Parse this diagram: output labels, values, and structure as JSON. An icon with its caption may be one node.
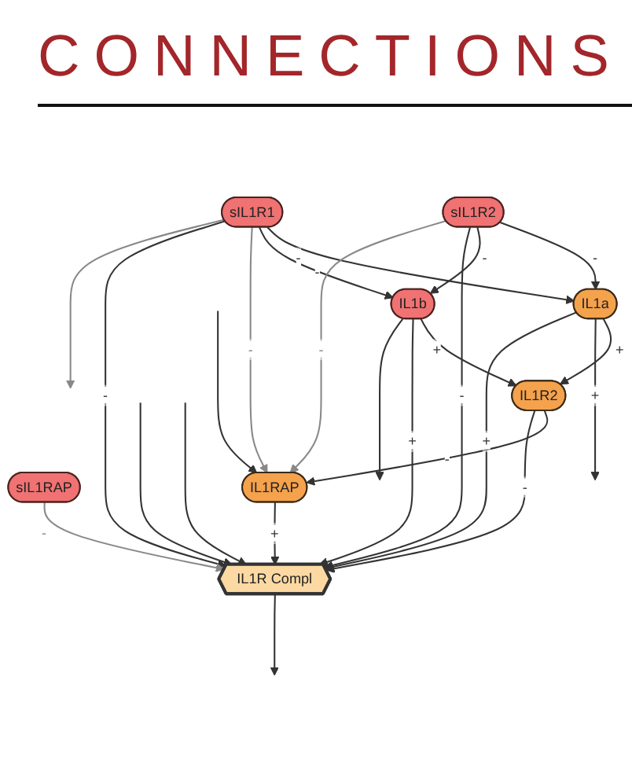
{
  "diagram": {
    "title": "CONNECTIONS",
    "nodes": [
      {
        "text": [
          "sIL1R2"
        ]
      },
      {
        "text": [
          "sIL1R1"
        ]
      },
      {
        "text": [
          "IL1a"
        ]
      },
      {
        "text": [
          "IL1b"
        ]
      },
      {
        "text": [
          "IL1R2"
        ]
      },
      {
        "text": [
          "sIL1RAP"
        ]
      },
      {
        "text": [
          "IL1RAP"
        ]
      },
      {
        "text": [
          "IL1R Compl"
        ]
      }
    ],
    "edges": [
      {
        "from": 0,
        "to": 2,
        "arrow": "to",
        "label": "-"
      },
      {
        "from": 0,
        "to": 3,
        "arrow": "to",
        "label": "-"
      },
      {
        "from": 1,
        "to": 2,
        "arrow": "to",
        "label": "-"
      },
      {
        "from": 1,
        "to": 3,
        "arrow": "to",
        "label": "-"
      },
      {
        "from": 0,
        "to": 7,
        "arrow": "to",
        "label": "-"
      },
      {
        "from": 0,
        "to": 6,
        "arrow": "to",
        "label": "-",
        "color": "#888888"
      },
      {
        "from": 1,
        "to": 6,
        "arrow": "to",
        "label": "-",
        "color": "#888888"
      },
      {
        "from": 1,
        "to": 7,
        "arrow": "to",
        "label": "-"
      },
      {
        "from": 1,
        "to": null,
        "arrow": "to",
        "color": "#888888"
      },
      {
        "from": 2,
        "to": 4,
        "arrow": "to",
        "label": "+"
      },
      {
        "from": 3,
        "to": 4,
        "arrow": "to",
        "label": "+"
      },
      {
        "from": 2,
        "to": null,
        "arrow": "to",
        "label": "+"
      },
      {
        "from": 2,
        "to": 7,
        "arrow": "to",
        "label": "+"
      },
      {
        "from": 3,
        "to": 7,
        "arrow": "to",
        "label": "+"
      },
      {
        "from": 3,
        "to": null,
        "arrow": "to"
      },
      {
        "from": 4,
        "to": 6,
        "arrow": "to",
        "label": "-"
      },
      {
        "from": 4,
        "to": 7,
        "arrow": "to",
        "label": "-"
      },
      {
        "from": null,
        "to": 6,
        "arrow": "to"
      },
      {
        "from": 6,
        "to": 7,
        "arrow": "to",
        "label": "+"
      },
      {
        "from": 5,
        "to": 7,
        "arrow": "to",
        "label": "-",
        "color": "#888888"
      },
      {
        "from": null,
        "to": 7,
        "arrow": "to"
      },
      {
        "from": null,
        "to": 7,
        "arrow": "to"
      },
      {
        "from": 7,
        "to": null,
        "arrow": "to"
      }
    ]
  }
}
